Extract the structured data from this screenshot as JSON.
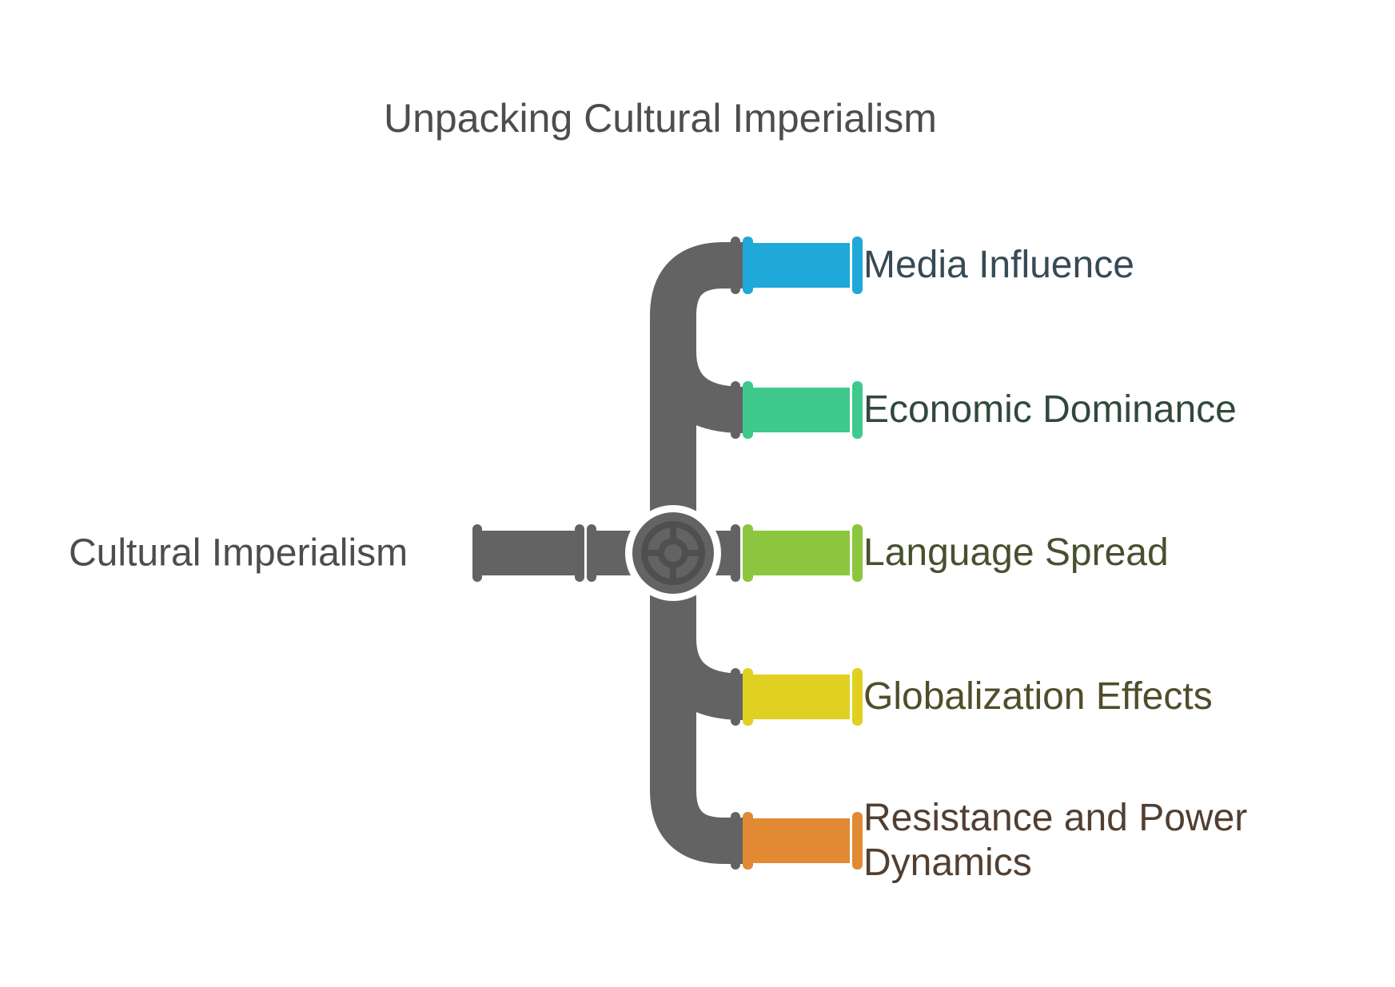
{
  "title": "Unpacking Cultural Imperialism",
  "root": {
    "label": "Cultural Imperialism"
  },
  "colors": {
    "pipe_gray": "#636363",
    "valve_detail": "#4F4F4F",
    "valve_ring": "#ffffff",
    "title_text": "#4D4D4D"
  },
  "branches": [
    {
      "label": "Media Influence",
      "color": "#1FA8D8",
      "text_color": "#374A55"
    },
    {
      "label": "Economic Dominance",
      "color": "#3FC98C",
      "text_color": "#31493C"
    },
    {
      "label": "Language Spread",
      "color": "#8CC63F",
      "text_color": "#47502F"
    },
    {
      "label": "Globalization Effects",
      "color": "#E0D021",
      "text_color": "#514D2B"
    },
    {
      "label": "Resistance and Power Dynamics",
      "color": "#E18A33",
      "text_color": "#523F31"
    }
  ]
}
